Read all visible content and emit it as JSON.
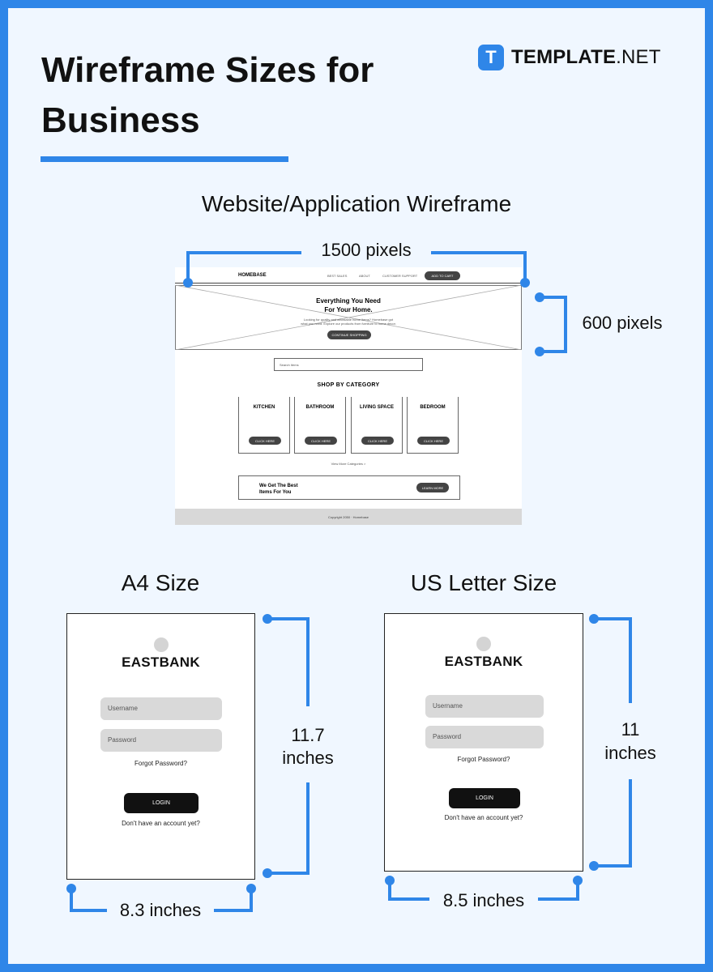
{
  "title": "Wireframe Sizes for Business",
  "brand": {
    "icon": "T",
    "bold": "TEMPLATE",
    "rest": ".NET"
  },
  "accent_color": "#2f86e8",
  "web_section": {
    "label": "Website/Application Wireframe",
    "width_label": "1500 pixels",
    "height_label": "600 pixels",
    "wireframe": {
      "logo": "HOMEBASE",
      "nav": [
        "BEST SALES",
        "ABOUT",
        "CUSTOMER SUPPORT"
      ],
      "nav_button": "ADD TO CART",
      "hero_title_1": "Everything You Need",
      "hero_title_2": "For Your Home.",
      "hero_sub_1": "Looking for quality and affordable home items? Homebase got",
      "hero_sub_2": "what you need. Explore our products from furniture to home decor.",
      "hero_button": "CONTINUE SHOPPING",
      "search_placeholder": "Search Items",
      "shop_title": "SHOP BY CATEGORY",
      "categories": [
        "KITCHEN",
        "BATHROOM",
        "LIVING SPACE",
        "BEDROOM"
      ],
      "category_button": "CLICK HERE",
      "more_note": "View More Categories >",
      "promo_text": "We Get The Best\nItems For You",
      "promo_button": "LEARN MORE",
      "footer": "Copyright 2050 · Homebase"
    }
  },
  "a4": {
    "label": "A4 Size",
    "height_label_1": "11.7",
    "height_label_2": "inches",
    "width_label": "8.3 inches"
  },
  "letter": {
    "label": "US Letter Size",
    "height_label_1": "11",
    "height_label_2": "inches",
    "width_label": "8.5 inches"
  },
  "mobile_wireframe": {
    "bank_name": "EASTBANK",
    "username_placeholder": "Username",
    "password_placeholder": "Password",
    "forgot": "Forgot Password?",
    "login": "LOGIN",
    "signup": "Don't have an account yet?"
  }
}
